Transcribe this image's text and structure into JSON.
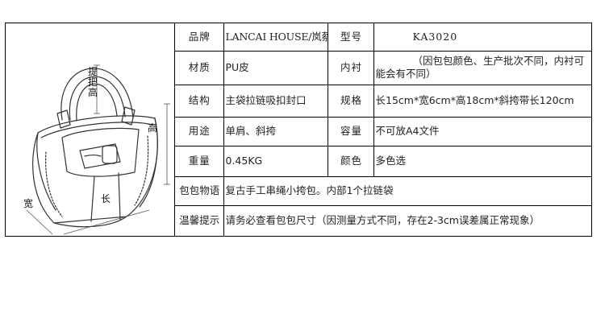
{
  "drawing": {
    "handle_height_label": "提把高",
    "height_label": "高",
    "width_label": "宽",
    "length_label": "长"
  },
  "spec": {
    "brand_label": "品牌",
    "brand_value": "LANCAI HOUSE/岚蔡·姿嘉",
    "model_label": "型号",
    "model_value": "KA3020",
    "material_label": "材质",
    "material_value": "PU皮",
    "lining_label": "内衬",
    "lining_value": "（因包包颜色、生产批次不同，内衬可能会有不同）",
    "structure_label": "结构",
    "structure_value": "主袋拉链吸扣封口",
    "size_label": "规格",
    "size_value": "长15cm*宽6cm*高18cm*斜挎带长120cm",
    "usage_label": "用途",
    "usage_value": "单肩、斜挎",
    "capacity_label": "容量",
    "capacity_value": "不可放A4文件",
    "weight_label": "重量",
    "weight_value": "0.45KG",
    "color_label": "颜色",
    "color_value": "多色选",
    "story_label": "包包物语",
    "story_value": "复古手工串绳小挎包。内部1个拉链袋",
    "tip_label": "温馨提示",
    "tip_value": "请务必查看包包尺寸（因测量方式不同，存在2-3cm误差属正常现象）"
  }
}
